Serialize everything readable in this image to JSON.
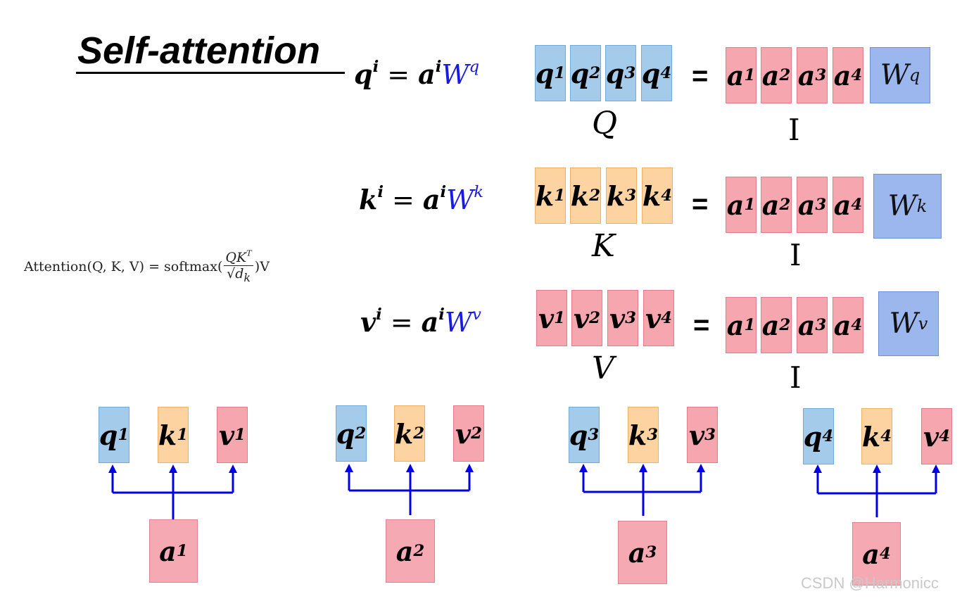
{
  "title": "Self-attention",
  "equations": [
    {
      "lhs": "q",
      "lhs_sup": "i",
      "a": "a",
      "a_sup": "i",
      "w": "W",
      "w_sup": "q"
    },
    {
      "lhs": "k",
      "lhs_sup": "i",
      "a": "a",
      "a_sup": "i",
      "w": "W",
      "w_sup": "k"
    },
    {
      "lhs": "v",
      "lhs_sup": "i",
      "a": "a",
      "a_sup": "i",
      "w": "W",
      "w_sup": "v"
    }
  ],
  "equals_sign": "=",
  "eq_operator": "=",
  "matrix_rows": [
    {
      "vectors": [
        "q",
        "q",
        "q",
        "q"
      ],
      "sups": [
        "1",
        "2",
        "3",
        "4"
      ],
      "label": "Q",
      "inputs": [
        "a",
        "a",
        "a",
        "a"
      ],
      "weight": "W",
      "weight_sup": "q",
      "identity": "I"
    },
    {
      "vectors": [
        "k",
        "k",
        "k",
        "k"
      ],
      "sups": [
        "1",
        "2",
        "3",
        "4"
      ],
      "label": "K",
      "inputs": [
        "a",
        "a",
        "a",
        "a"
      ],
      "weight": "W",
      "weight_sup": "k",
      "identity": "I"
    },
    {
      "vectors": [
        "v",
        "v",
        "v",
        "v"
      ],
      "sups": [
        "1",
        "2",
        "3",
        "4"
      ],
      "label": "V",
      "inputs": [
        "a",
        "a",
        "a",
        "a"
      ],
      "weight": "W",
      "weight_sup": "v",
      "identity": "I"
    }
  ],
  "formula": {
    "prefix": "Attention(Q, K, V) = softmax(",
    "numerator": "QK",
    "numerator_sup": "T",
    "denominator": "√d",
    "denominator_sub": "k",
    "suffix": ")V"
  },
  "groups": [
    {
      "q": "q",
      "k": "k",
      "v": "v",
      "a": "a",
      "index": "1"
    },
    {
      "q": "q",
      "k": "k",
      "v": "v",
      "a": "a",
      "index": "2"
    },
    {
      "q": "q",
      "k": "k",
      "v": "v",
      "a": "a",
      "index": "3"
    },
    {
      "q": "q",
      "k": "k",
      "v": "v",
      "a": "a",
      "index": "4"
    }
  ],
  "watermark": "CSDN @Harmonicc",
  "colors": {
    "arrow": "#0000e0",
    "weight_text": "#1a1ae6"
  }
}
